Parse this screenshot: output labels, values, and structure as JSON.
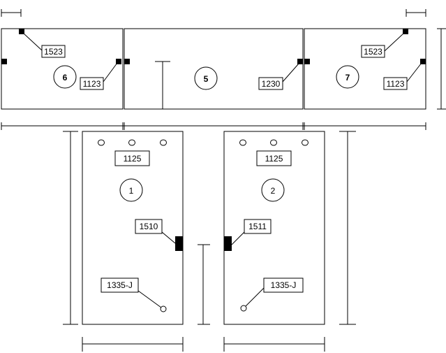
{
  "panels": {
    "panel_6": {
      "number": "6",
      "labels": {
        "top_left": "1523",
        "right": "1123"
      }
    },
    "panel_5": {
      "number": "5",
      "labels": {
        "right": "1230"
      }
    },
    "panel_7": {
      "number": "7",
      "labels": {
        "top_right": "1523",
        "right": "1123"
      }
    },
    "panel_1": {
      "number": "1",
      "labels": {
        "top": "1125",
        "side": "1510",
        "bottom": "1335-J"
      }
    },
    "panel_2": {
      "number": "2",
      "labels": {
        "top": "1125",
        "side": "1511",
        "bottom": "1335-J"
      }
    }
  },
  "colors": {
    "stroke": "#000000",
    "background": "#ffffff",
    "fill": "#000000"
  }
}
